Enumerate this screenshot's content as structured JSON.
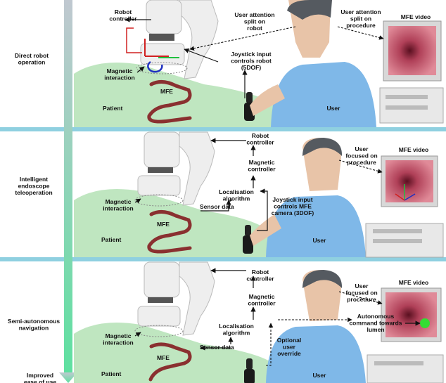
{
  "rows": [
    {
      "title_lines": [
        "Direct robot",
        "operation"
      ],
      "labels": {
        "robot_controller": [
          "Robot",
          "controller"
        ],
        "magnetic_interaction": [
          "Magnetic",
          "interaction"
        ],
        "mfe": "MFE",
        "patient": "Patient",
        "joystick": [
          "Joystick input",
          "controls robot",
          "(5DOF)"
        ],
        "attention_robot": [
          "User attention",
          "split on",
          "robot"
        ],
        "attention_procedure": [
          "User attention",
          "split on",
          "procedure"
        ],
        "mfe_video": "MFE video",
        "user": "User"
      }
    },
    {
      "title_lines": [
        "Intelligent",
        "endoscope",
        "teleoperation"
      ],
      "labels": {
        "robot_controller": [
          "Robot",
          "controller"
        ],
        "magnetic_controller": [
          "Magnetic",
          "controller"
        ],
        "localisation": [
          "Localisation",
          "algorithm"
        ],
        "sensor_data": "Sensor data",
        "magnetic_interaction": [
          "Magnetic",
          "interaction"
        ],
        "mfe": "MFE",
        "patient": "Patient",
        "joystick": [
          "Joystick input",
          "controls MFE",
          "camera (3DOF)"
        ],
        "focused": [
          "User",
          "focused on",
          "procedure"
        ],
        "mfe_video": "MFE video",
        "user": "User"
      }
    },
    {
      "title_lines": [
        "Semi-autonomous",
        "navigation"
      ],
      "labels": {
        "robot_controller": [
          "Robot",
          "controller"
        ],
        "magnetic_controller": [
          "Magnetic",
          "controller"
        ],
        "localisation": [
          "Localisation",
          "algorithm"
        ],
        "sensor_data": "Sensor data",
        "magnetic_interaction": [
          "Magnetic",
          "interaction"
        ],
        "mfe": "MFE",
        "patient": "Patient",
        "override": [
          "Optional",
          "user",
          "override"
        ],
        "focused": [
          "User",
          "focused on",
          "procedure"
        ],
        "mfe_video": "MFE video",
        "autonomous": [
          "Autonomous",
          "command towards",
          "lumen"
        ],
        "user": "User"
      }
    }
  ],
  "footer_lines": [
    "Improved",
    "ease of use"
  ],
  "colors": {
    "separator": "#8fd0e0",
    "arrow_top": "#c0c8d0",
    "arrow_bottom": "#5ee0a0",
    "patient_green": "#bfe6c0",
    "user_shirt": "#7fb8e8",
    "skin": "#e8c4a8",
    "hair": "#555a60",
    "colon": "#8a3030",
    "robot": "#eeeeee",
    "mfe_video_bg": "#c04a60",
    "lumen_dot": "#33dd33"
  },
  "icons": [
    "robot-arm-icon",
    "joystick-icon",
    "monitor-icon",
    "colon-icon",
    "user-figure-icon"
  ]
}
